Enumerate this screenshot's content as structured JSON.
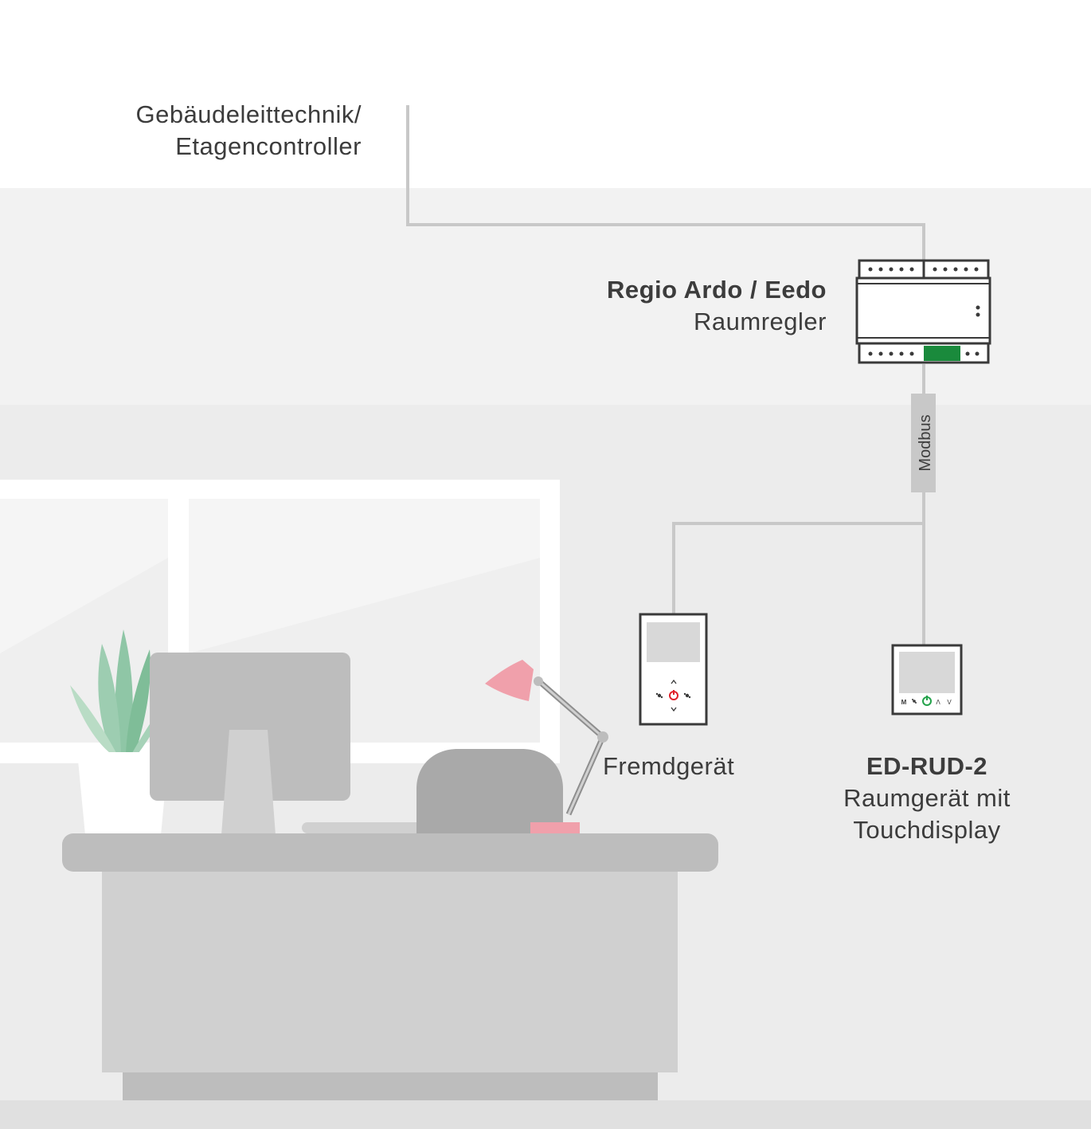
{
  "building_system": {
    "line1": "Gebäudeleittechnik/",
    "line2": "Etagencontroller"
  },
  "controller": {
    "name": "Regio Ardo / Eedo",
    "type": "Raumregler"
  },
  "bus": {
    "label": "Modbus"
  },
  "third_party_device": {
    "label": "Fremdgerät"
  },
  "room_unit": {
    "name": "ED-RUD-2",
    "line1": "Raumgerät mit",
    "line2": "Touchdisplay",
    "button_labels": [
      "M",
      "Λ",
      "V"
    ]
  },
  "colors": {
    "floor_top": "#ffffff",
    "floor_mid": "#f2f2f2",
    "floor_room": "#ececec",
    "wire": "#c8c8c8",
    "bus_box": "#c8c8c8",
    "terminal_green": "#1a8a3c",
    "power_red": "#e0202a",
    "power_green": "#23a24a",
    "lamp_pink": "#f0a0ab",
    "plant_green": "#8fc6a6",
    "desk_top": "#bdbdbd",
    "desk_body": "#d0d0d0",
    "outline": "#3a3a3a"
  }
}
